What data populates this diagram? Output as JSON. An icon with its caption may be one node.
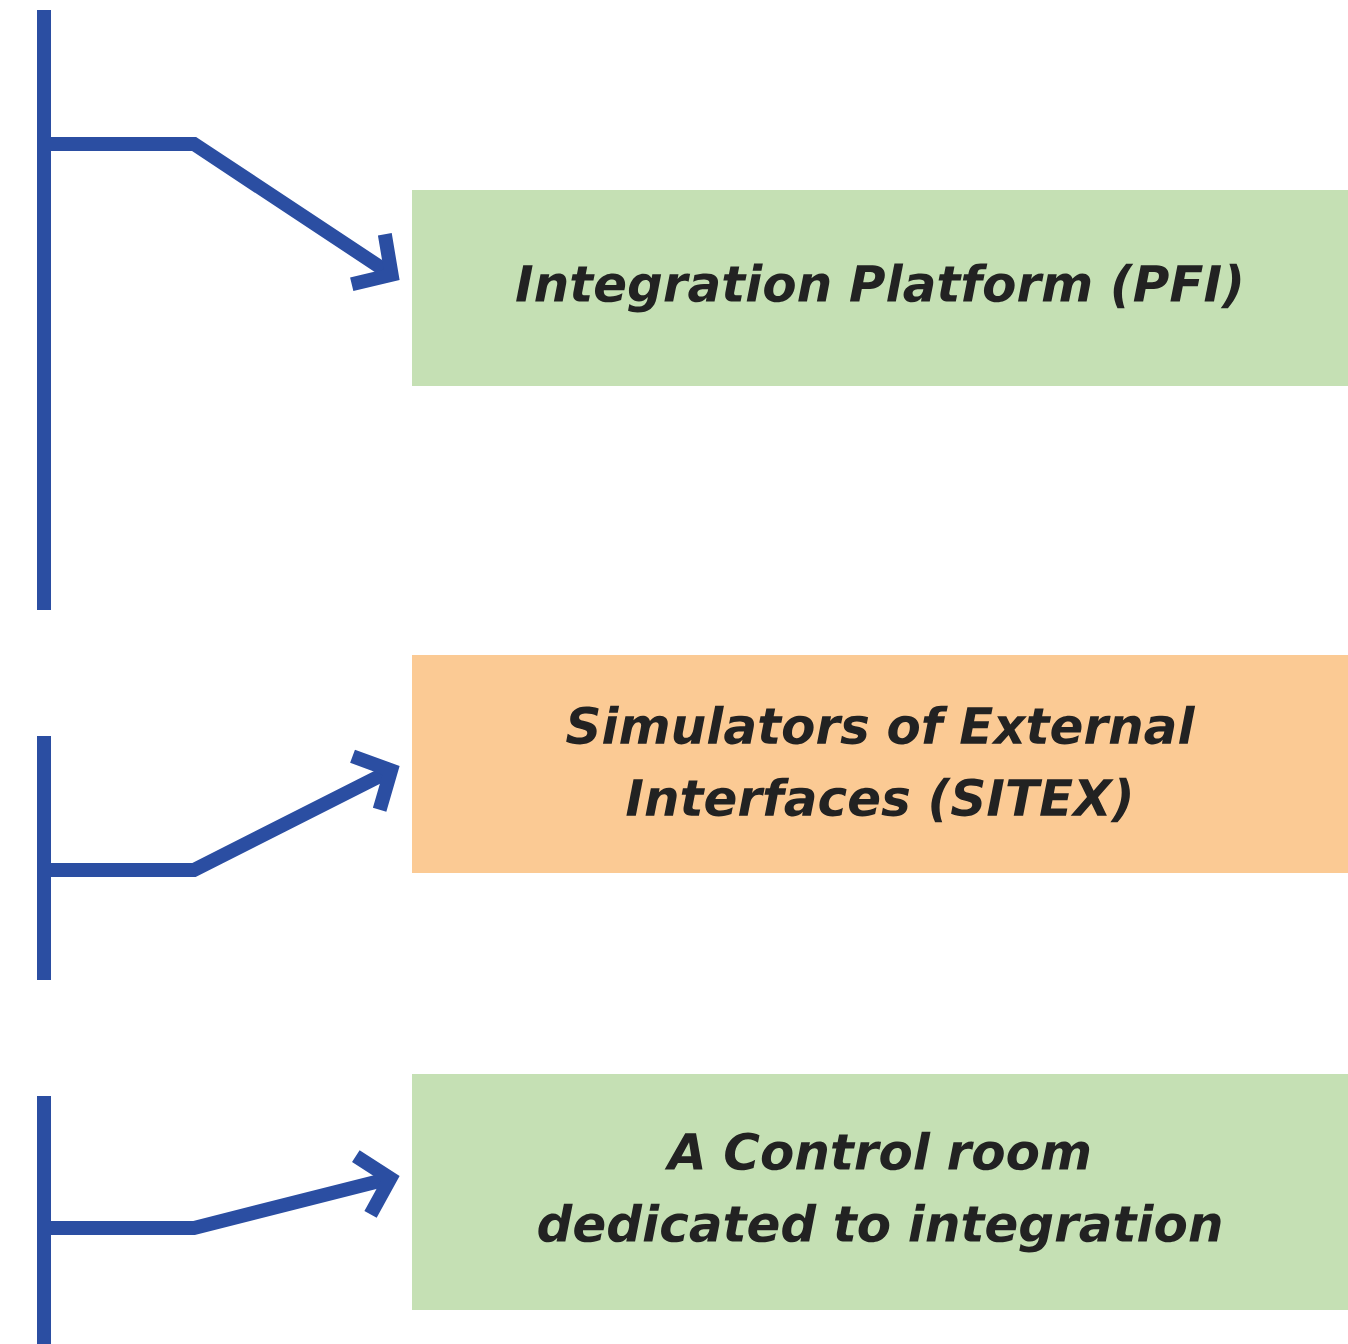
{
  "diagram": {
    "nodes": [
      {
        "text": [],
        "shape": "bar"
      },
      {
        "text": [
          "Integration Platform (PFI)"
        ]
      },
      {
        "text": [],
        "shape": "bar"
      },
      {
        "text": [
          "Simulators of External Interfaces (SITEX)"
        ]
      },
      {
        "text": [],
        "shape": "bar"
      },
      {
        "text": [
          "A Control room dedicated to integration"
        ]
      }
    ],
    "edges": [
      {
        "from": 0,
        "to": 1,
        "arrow": "to"
      },
      {
        "from": 2,
        "to": 3,
        "arrow": "to"
      },
      {
        "from": 4,
        "to": 5,
        "arrow": "to"
      }
    ]
  }
}
